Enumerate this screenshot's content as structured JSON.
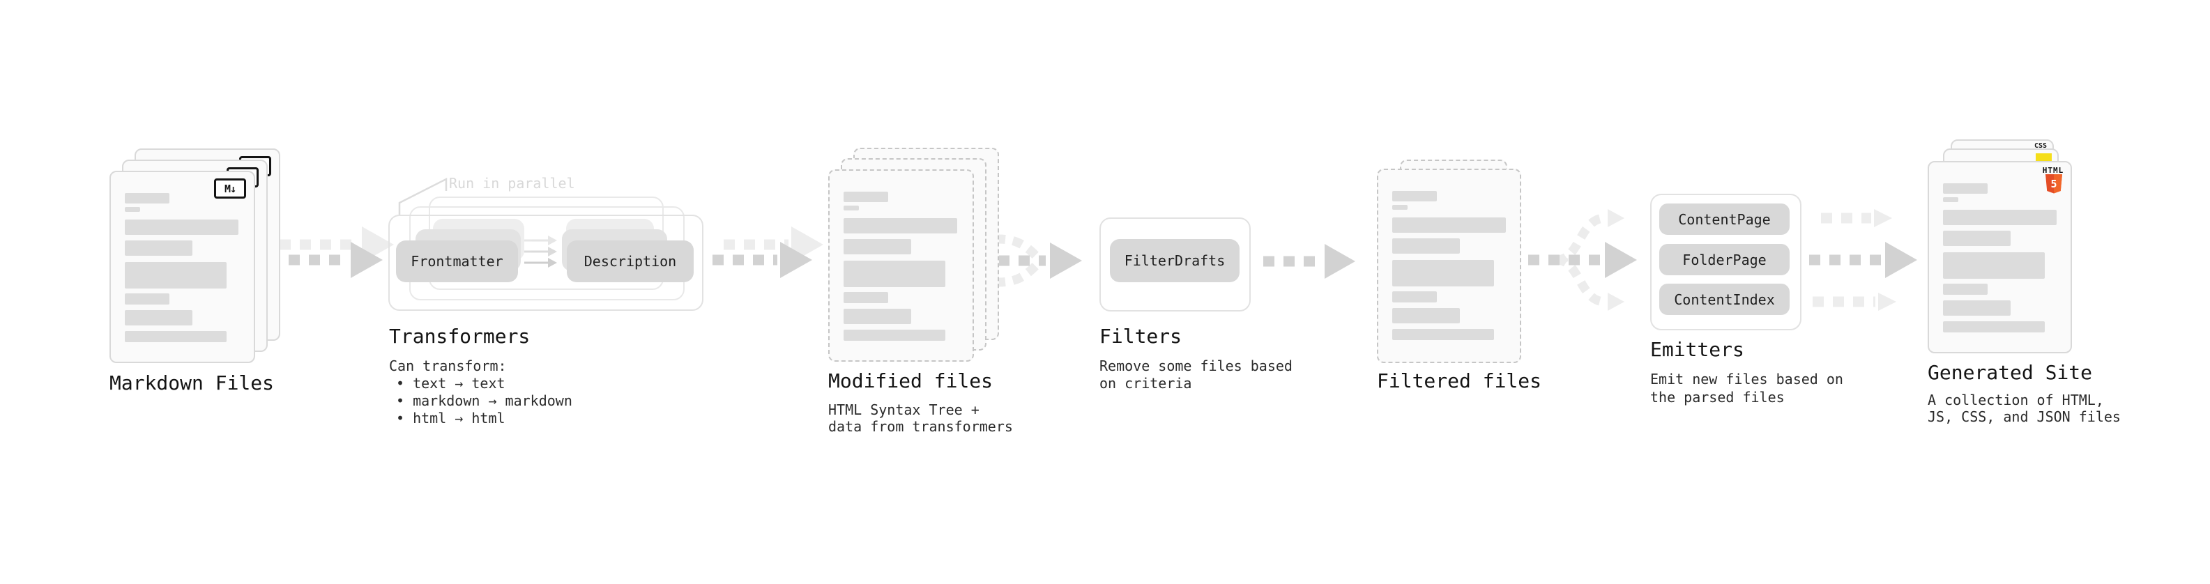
{
  "stages": {
    "markdown": {
      "label": "Markdown Files"
    },
    "transformers": {
      "label": "Transformers",
      "annotation": "Run in parallel",
      "box1": "Frontmatter",
      "box2": "Description",
      "sub": "Can transform:",
      "bullets": [
        "• text → text",
        "• markdown → markdown",
        "• html → html"
      ]
    },
    "modified": {
      "label": "Modified files",
      "sub1": "HTML Syntax Tree +",
      "sub2": "data from transformers"
    },
    "filters": {
      "label": "Filters",
      "box": "FilterDrafts",
      "sub1": "Remove some files based",
      "sub2": "on criteria"
    },
    "filtered": {
      "label": "Filtered files"
    },
    "emitters": {
      "label": "Emitters",
      "box1": "ContentPage",
      "box2": "FolderPage",
      "box3": "ContentIndex",
      "sub1": "Emit new files based on",
      "sub2": "the parsed files"
    },
    "generated": {
      "label": "Generated Site",
      "sub1": "A collection of HTML,",
      "sub2": "JS, CSS, and JSON files"
    }
  },
  "icons": {
    "markdown_badge": "M↓",
    "html5_word": "HTML",
    "html5_number": "5",
    "css_word": "CSS"
  },
  "colors": {
    "html5_orange": "#e44d26",
    "js_yellow": "#f5de19",
    "css_blue": "#2862eb",
    "arrow_dark": "#d2d2d2",
    "arrow_light": "#ededed"
  },
  "doc_skeleton": {
    "bars": [
      [
        30,
        15,
        64
      ],
      [
        50,
        7,
        22
      ],
      [
        68,
        22,
        163
      ],
      [
        98,
        22,
        97
      ],
      [
        129,
        38,
        146
      ],
      [
        174,
        16,
        64
      ],
      [
        198,
        22,
        97
      ],
      [
        228,
        16,
        146
      ]
    ]
  }
}
